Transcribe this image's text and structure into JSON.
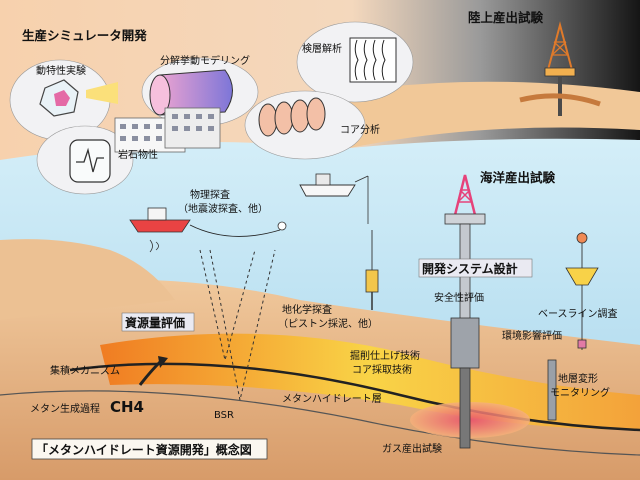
{
  "labels": {
    "production_simulator": "生産シミュレータ開発",
    "onshore_test": "陸上産出試験",
    "offshore_test": "海洋産出試験",
    "dynamic_experiment": "動特性実験",
    "decomposition_modeling": "分解挙動モデリング",
    "well_log_analysis": "検層解析",
    "core_analysis": "コア分析",
    "rock_properties": "岩石物性",
    "geophysical_survey": "物理探査",
    "seismic_survey": "（地震波探査、他）",
    "system_design": "開発システム設計",
    "safety_evaluation": "安全性評価",
    "baseline_survey": "ベースライン調査",
    "resource_evaluation": "資源量評価",
    "geochemical_survey": "地化学探査",
    "piston_sampling": "（ピストン採泥、他）",
    "environmental_impact": "環境影響評価",
    "drilling_tech": "掘削仕上げ技術",
    "core_sampling_tech": "コア採取技術",
    "accumulation_mechanism": "集積メカニズム",
    "methane_generation": "メタン生成過程",
    "ch4": "CH4",
    "bsr": "BSR",
    "hydrate_layer": "メタンハイドレート層",
    "deformation_monitoring_1": "地層変形",
    "deformation_monitoring_2": "モニタリング",
    "gas_production_test": "ガス産出試験",
    "caption": "「メタンハイドレート資源開発」概念図"
  },
  "colors": {
    "sky_light": "#f9d9b8",
    "sky_dark": "#1f1f1f",
    "sea": "#bfe2f2",
    "sea_floor": "#e8b889",
    "hydrate_band": "#f4a22c",
    "rig_pink": "#e6427a",
    "callout": "#f3f3f5"
  }
}
